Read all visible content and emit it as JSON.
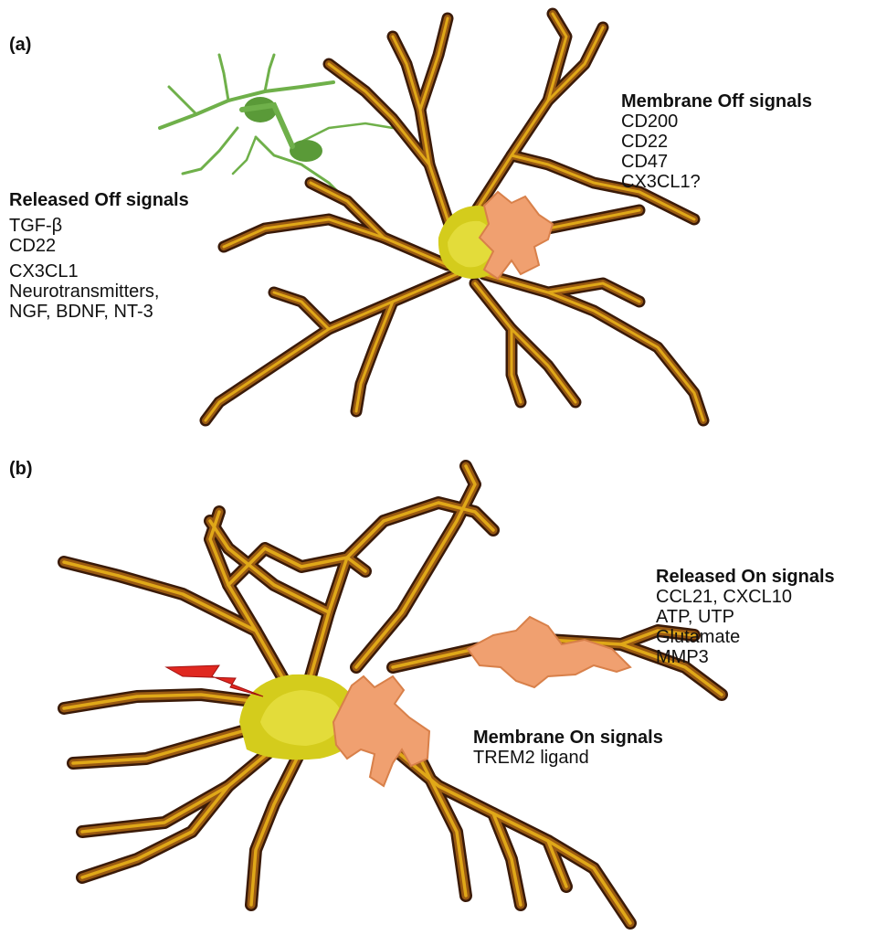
{
  "panel_a": {
    "label": "(a)",
    "released_off": {
      "heading": "Released Off signals",
      "items": [
        "TGF-β",
        "CD22",
        "CX3CL1",
        "Neurotransmitters,",
        "NGF, BDNF, NT-3"
      ]
    },
    "membrane_off": {
      "heading": "Membrane Off signals",
      "items": [
        "CD200",
        "CD22",
        "CD47",
        "CX3CL1?"
      ]
    }
  },
  "panel_b": {
    "label": "(b)",
    "released_on": {
      "heading": "Released On signals",
      "items": [
        "CCL21, CXCL10",
        "ATP, UTP",
        "Glutamate",
        "MMP3"
      ]
    },
    "membrane_on": {
      "heading": "Membrane On signals",
      "items": [
        "TREM2 ligand"
      ]
    }
  },
  "colors": {
    "dendrite_dark": "#3a1a08",
    "dendrite_mid": "#9a5a12",
    "dendrite_light": "#e0a818",
    "soma": "#d4cc1c",
    "microglia": "#f0a070",
    "astrocyte_green": "#6fb04a",
    "lightning": "#e02820"
  }
}
